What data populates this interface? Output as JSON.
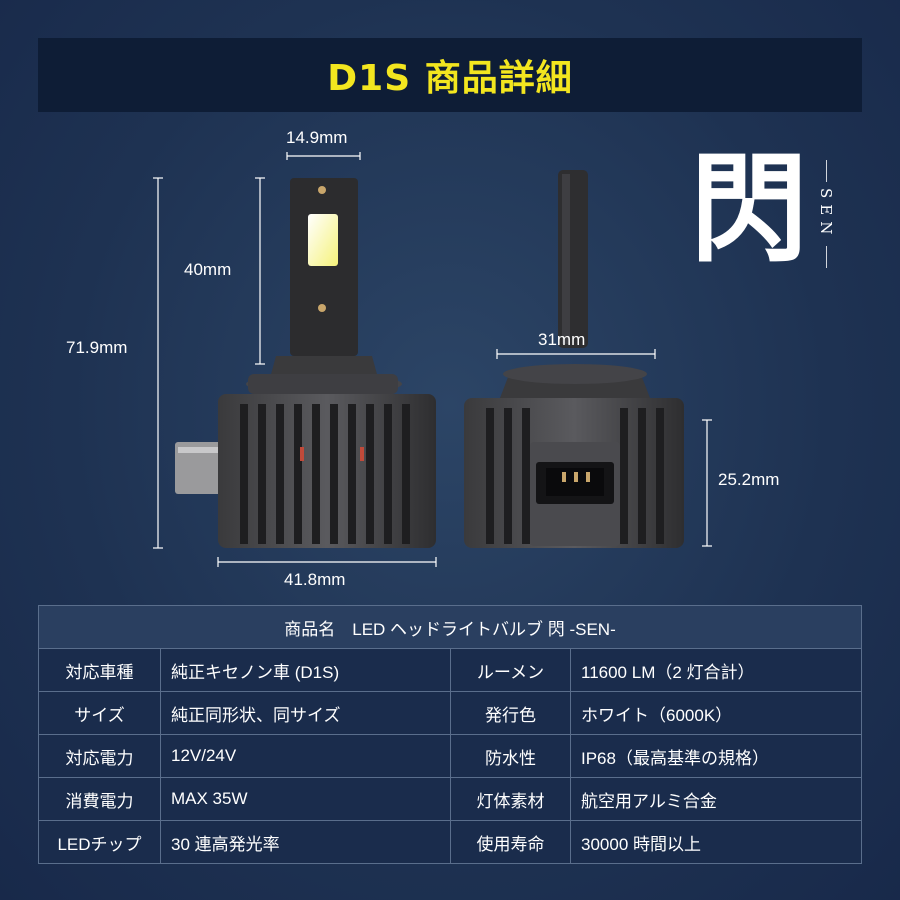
{
  "title": "D1S 商品詳細",
  "dimensions": {
    "top_width": "14.9mm",
    "led_height": "40mm",
    "total_height": "71.9mm",
    "base_width": "41.8mm",
    "collar_width": "31mm",
    "box_height": "25.2mm"
  },
  "brand": {
    "kanji": "閃",
    "latin": "SEN"
  },
  "spec_table": {
    "header": "商品名　LED ヘッドライトバルブ 閃 -SEN-",
    "rows": [
      {
        "label1": "対応車種",
        "value1": "純正キセノン車 (D1S)",
        "label2": "ルーメン",
        "value2": "11600 LM（2 灯合計）"
      },
      {
        "label1": "サイズ",
        "value1": "純正同形状、同サイズ",
        "label2": "発行色",
        "value2": "ホワイト（6000K）"
      },
      {
        "label1": "対応電力",
        "value1": "12V/24V",
        "label2": "防水性",
        "value2": "IP68（最高基準の規格）"
      },
      {
        "label1": "消費電力",
        "value1": "MAX 35W",
        "label2": "灯体素材",
        "value2": "航空用アルミ合金"
      },
      {
        "label1": "LEDチップ",
        "value1": "30 連高発光率",
        "label2": "使用寿命",
        "value2": "30000 時間以上"
      }
    ]
  },
  "colors": {
    "title_yellow": "#f3e61f",
    "background": "#1e3252",
    "title_bar": "#0e1d36"
  }
}
